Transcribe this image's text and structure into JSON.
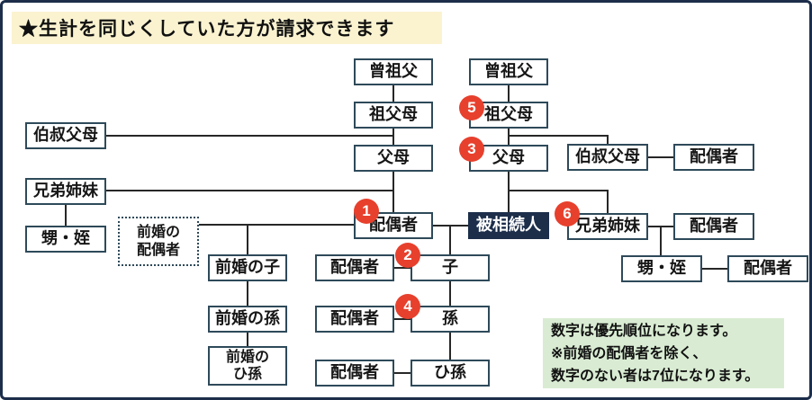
{
  "title": "★生計を同じくしていた方が請求できます",
  "note": "数字は優先順位になります。\n※前婚の配偶者を除く、\n数字のない者は7位になります。",
  "badges": {
    "b1": "1",
    "b2": "2",
    "b3": "3",
    "b4": "4",
    "b5": "5",
    "b6": "6"
  },
  "nodes": {
    "spouse_great_grandfather": "曾祖父",
    "spouse_grandparents": "祖父母",
    "spouse_parents": "父母",
    "spouse": "配偶者",
    "deceased_great_grandfather": "曾祖父",
    "deceased_grandparents": "祖父母",
    "deceased_parents": "父母",
    "deceased": "被相続人",
    "uncle_aunt_left": "伯叔父母",
    "siblings_left": "兄弟姉妹",
    "nephew_niece_left": "甥・姪",
    "ex_spouse": "前婚の\n配偶者",
    "ex_child": "前婚の子",
    "ex_grandchild": "前婚の孫",
    "ex_great_grandchild": "前婚の\nひ孫",
    "child_spouse": "配偶者",
    "child": "子",
    "grandchild_spouse": "配偶者",
    "grandchild": "孫",
    "great_grandchild_spouse": "配偶者",
    "great_grandchild": "ひ孫",
    "uncle_aunt_right": "伯叔父母",
    "uncle_aunt_right_spouse": "配偶者",
    "siblings_right": "兄弟姉妹",
    "siblings_right_spouse": "配偶者",
    "nephew_niece_right": "甥・姪",
    "nephew_niece_right_spouse": "配偶者"
  },
  "colors": {
    "frame_border": "#1c2e4a",
    "box_border": "#2e4a5a",
    "deceased_bg": "#1c2e4a",
    "badge_red": "#e7402d",
    "title_bg": "#fbf3d0",
    "note_bg": "#d9ecd3",
    "line": "#272727"
  }
}
